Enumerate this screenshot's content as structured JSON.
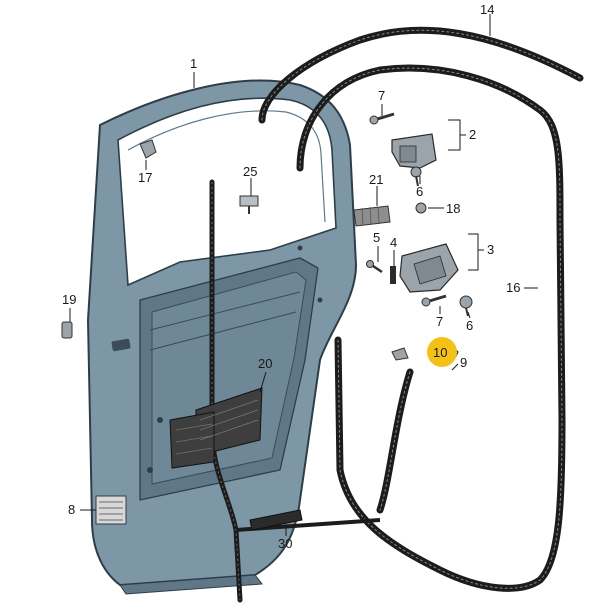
{
  "callouts": {
    "c1": "1",
    "c2": "2",
    "c3": "3",
    "c4": "4",
    "c5": "5",
    "c6a": "6",
    "c6b": "6",
    "c7a": "7",
    "c7b": "7",
    "c8": "8",
    "c9": "9",
    "c10": "10",
    "c14": "14",
    "c16": "16",
    "c17": "17",
    "c18": "18",
    "c19": "19",
    "c20": "20",
    "c21": "21",
    "c25": "25",
    "c30": "30"
  },
  "colors": {
    "door_panel": "#7e97a7",
    "door_panel_dark": "#5f7786",
    "door_edge": "#2e3e48",
    "seal": "#1c1c1c",
    "hardware": "#9aa4aa",
    "highlight": "#f3c117"
  }
}
